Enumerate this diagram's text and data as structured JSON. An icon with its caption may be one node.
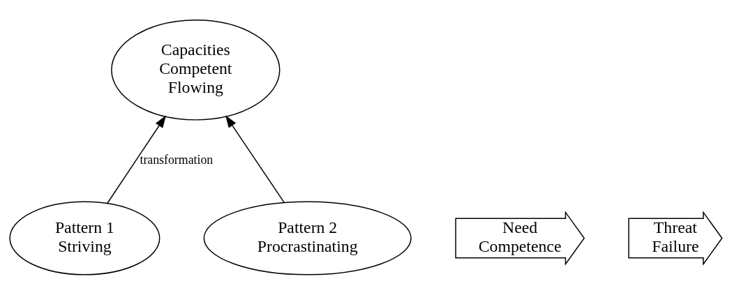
{
  "diagram": {
    "nodes": [
      {
        "text": [
          "Capacities",
          "Competent",
          "Flowing"
        ]
      },
      {
        "text": [
          "Pattern 1",
          "Striving"
        ]
      },
      {
        "text": [
          "Pattern 2",
          "Procrastinating"
        ]
      },
      {
        "text": [
          "Need",
          "Competence"
        ]
      },
      {
        "text": [
          "Threat",
          "Failure"
        ]
      }
    ],
    "edges": [
      {
        "from": 1,
        "to": 0,
        "arrow": "to",
        "label": "transformation"
      },
      {
        "from": 2,
        "to": 0,
        "arrow": "to"
      }
    ]
  }
}
